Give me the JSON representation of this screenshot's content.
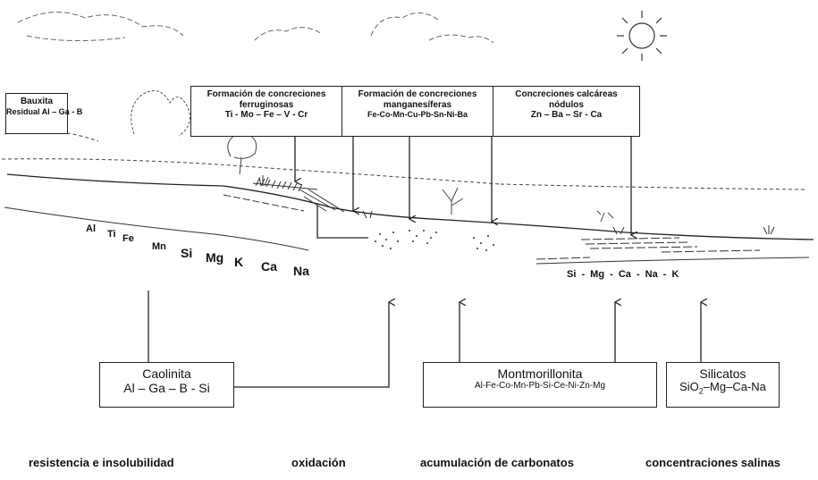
{
  "top_boxes": [
    {
      "id": "bauxita",
      "lines": [
        "Bauxita",
        "Residual Al – Ga - B"
      ]
    },
    {
      "id": "ferruginosas",
      "lines": [
        "Formación de concreciones",
        "ferruginosas",
        "Ti - Mo – Fe – V - Cr"
      ]
    },
    {
      "id": "manganesiferas",
      "lines": [
        "Formación de concreciones",
        "manganesíferas",
        "Fe-Co-Mn-Cu-Pb-Sn-Ni-Ba"
      ]
    },
    {
      "id": "calcareas",
      "lines": [
        "Concreciones calcáreas",
        "nódulos",
        "Zn – Ba – Sr - Ca"
      ]
    }
  ],
  "elements_left": [
    "Al",
    "Ti",
    "Fe",
    "Mn",
    "Si",
    "Mg",
    "K",
    "Ca",
    "Na"
  ],
  "elements_right": "Si - Mg - Ca - Na - K",
  "bottom_boxes": [
    {
      "id": "caolinita",
      "title": "Caolinita",
      "formula": "Al – Ga – B - Si"
    },
    {
      "id": "montmorillonita",
      "title": "Montmorillonita",
      "formula": "Al-Fe-Co-Mn-Pb-Si-Ce-Ni-Zn-Mg"
    },
    {
      "id": "silicatos",
      "title": "Silicatos",
      "formula_prefix": "SiO",
      "formula_sub": "2",
      "formula_suffix": "–Mg–Ca-Na"
    }
  ],
  "processes": [
    "resistencia e insolubilidad",
    "oxidación",
    "acumulación de carbonatos",
    "concentraciones salinas"
  ],
  "colors": {
    "line": "#222222",
    "background": "#ffffff"
  },
  "icons": [
    "sun-icon",
    "cloud-icon",
    "bush-icon",
    "tree-icon",
    "grass-icon"
  ]
}
